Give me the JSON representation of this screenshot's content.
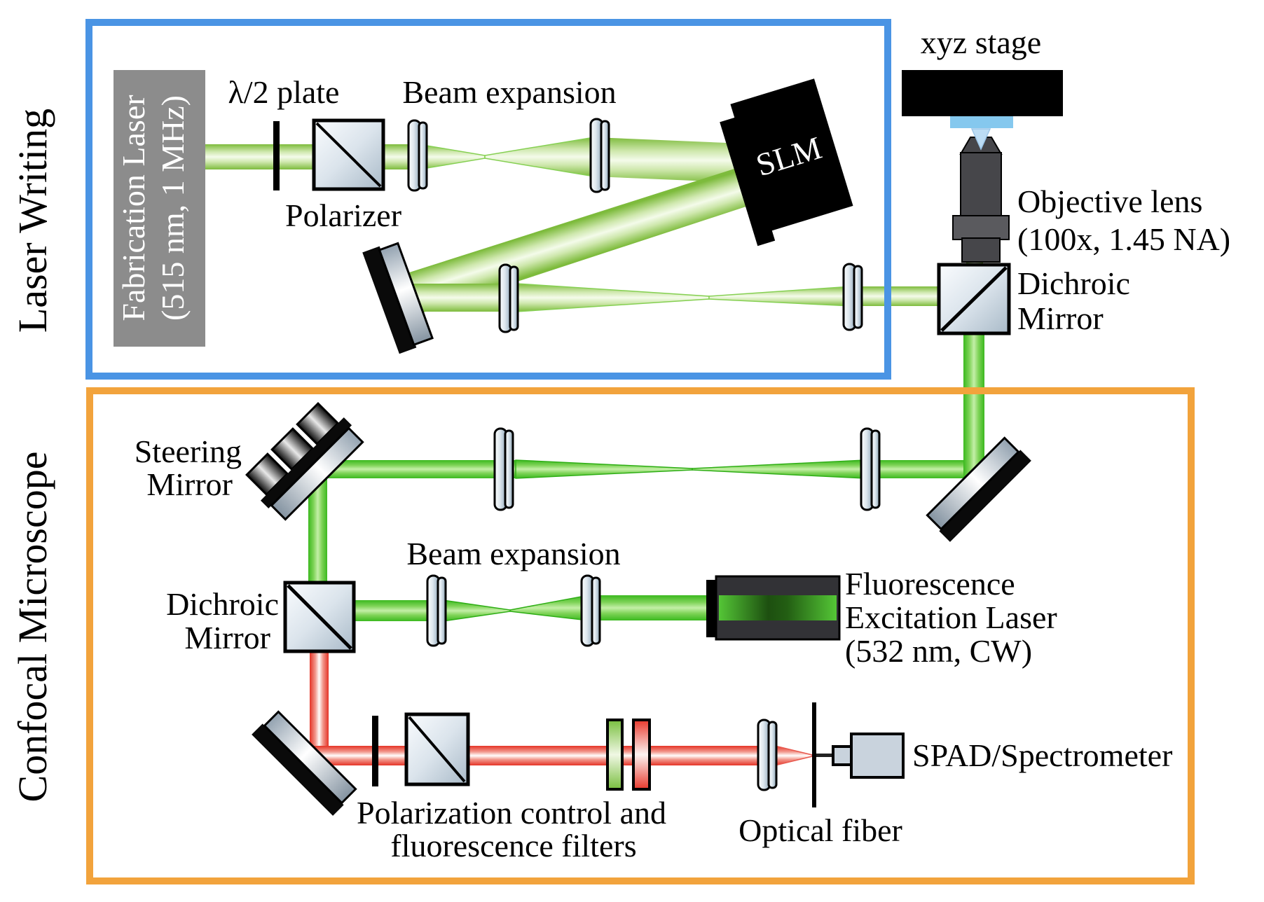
{
  "sections": {
    "laser_writing": {
      "label": "Laser Writing",
      "border_color": "#4a94e4"
    },
    "confocal_microscope": {
      "label": "Confocal Microscope",
      "border_color": "#f2a33c"
    }
  },
  "components": {
    "fabrication_laser": {
      "line1": "Fabrication Laser",
      "line2": "(515 nm, 1 MHz)"
    },
    "half_wave_plate": {
      "label": "λ/2 plate"
    },
    "polarizer": {
      "label": "Polarizer"
    },
    "beam_expansion_writing": {
      "label": "Beam expansion"
    },
    "slm": {
      "label": "SLM"
    },
    "xyz_stage": {
      "label": "xyz stage"
    },
    "objective_lens": {
      "line1": "Objective lens",
      "line2": "(100x, 1.45 NA)"
    },
    "dichroic_mirror_writing": {
      "line1": "Dichroic",
      "line2": "Mirror"
    },
    "steering_mirror": {
      "line1": "Steering",
      "line2": "Mirror"
    },
    "dichroic_mirror_confocal": {
      "line1": "Dichroic",
      "line2": "Mirror"
    },
    "beam_expansion_confocal": {
      "label": "Beam expansion"
    },
    "excitation_laser": {
      "line1": "Fluorescence",
      "line2": "Excitation Laser",
      "line3": "(532 nm, CW)"
    },
    "filters": {
      "line1": "Polarization control and",
      "line2": "fluorescence filters"
    },
    "optical_fiber": {
      "label": "Optical fiber"
    },
    "spad_spectrometer": {
      "label": "SPAD/Spectrometer"
    }
  },
  "colors": {
    "writing_beam_pale_green": "#7dbb3c",
    "confocal_beam_bright_green": "#3bb91f",
    "fluorescence_beam_red": "#e53427",
    "laser_box_gray": "#8c8c8c",
    "sample_blue": "#85c8ee",
    "blue_border": "#4a94e4",
    "orange_border": "#f2a33c"
  }
}
